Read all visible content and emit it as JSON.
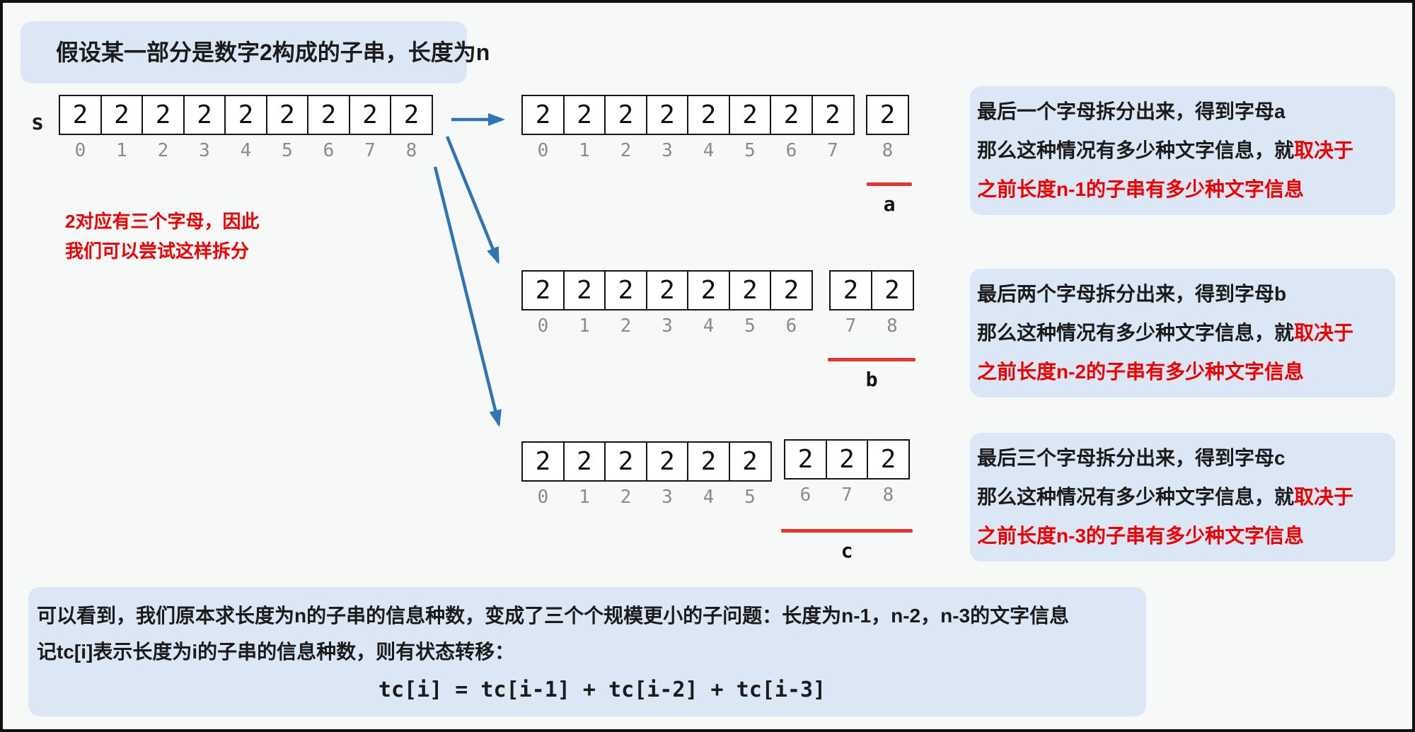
{
  "title": {
    "text": "假设某一部分是数字2构成的子串，长度为n"
  },
  "source_row": {
    "label": "s",
    "cells": [
      "2",
      "2",
      "2",
      "2",
      "2",
      "2",
      "2",
      "2",
      "2"
    ],
    "indices": [
      "0",
      "1",
      "2",
      "3",
      "4",
      "5",
      "6",
      "7",
      "8"
    ]
  },
  "note": {
    "line1": "2对应有三个字母，因此",
    "line2": "我们可以尝试这样拆分"
  },
  "splits": [
    {
      "left_cells": [
        "2",
        "2",
        "2",
        "2",
        "2",
        "2",
        "2",
        "2"
      ],
      "left_indices": [
        "0",
        "1",
        "2",
        "3",
        "4",
        "5",
        "6",
        "7"
      ],
      "right_cells": [
        "2"
      ],
      "right_indices": [
        "8"
      ],
      "letter": "a"
    },
    {
      "left_cells": [
        "2",
        "2",
        "2",
        "2",
        "2",
        "2",
        "2"
      ],
      "left_indices": [
        "0",
        "1",
        "2",
        "3",
        "4",
        "5",
        "6"
      ],
      "right_cells": [
        "2",
        "2"
      ],
      "right_indices": [
        "7",
        "8"
      ],
      "letter": "b"
    },
    {
      "left_cells": [
        "2",
        "2",
        "2",
        "2",
        "2",
        "2"
      ],
      "left_indices": [
        "0",
        "1",
        "2",
        "3",
        "4",
        "5"
      ],
      "right_cells": [
        "2",
        "2",
        "2"
      ],
      "right_indices": [
        "6",
        "7",
        "8"
      ],
      "letter": "c"
    }
  ],
  "explanations": [
    {
      "line1": "最后一个字母拆分出来，得到字母a",
      "line2_black": "那么这种情况有多少种文字信息，就",
      "line2_red": "取决于",
      "line3_red": "之前长度n-1的子串有多少种文字信息"
    },
    {
      "line1": "最后两个字母拆分出来，得到字母b",
      "line2_black": "那么这种情况有多少种文字信息，就",
      "line2_red": "取决于",
      "line3_red": "之前长度n-2的子串有多少种文字信息"
    },
    {
      "line1": "最后三个字母拆分出来，得到字母c",
      "line2_black": "那么这种情况有多少种文字信息，就",
      "line2_red": "取决于",
      "line3_red": "之前长度n-3的子串有多少种文字信息"
    }
  ],
  "conclusion": {
    "line1": "可以看到，我们原本求长度为n的子串的信息种数，变成了三个个规模更小的子问题：长度为n-1，n-2，n-3的文字信息",
    "line2": "记tc[i]表示长度为i的子串的信息种数，则有状态转移：",
    "formula": "tc[i] = tc[i-1] + tc[i-2] + tc[i-3]"
  },
  "colors": {
    "box_background": "#dbe7f5",
    "red_text": "#f20000",
    "underline_red": "#e8332e",
    "arrow_blue": "#2e75b6",
    "cell_border": "#151515",
    "index_gray": "#8b8b8b",
    "page_background": "#f7f8f8"
  }
}
